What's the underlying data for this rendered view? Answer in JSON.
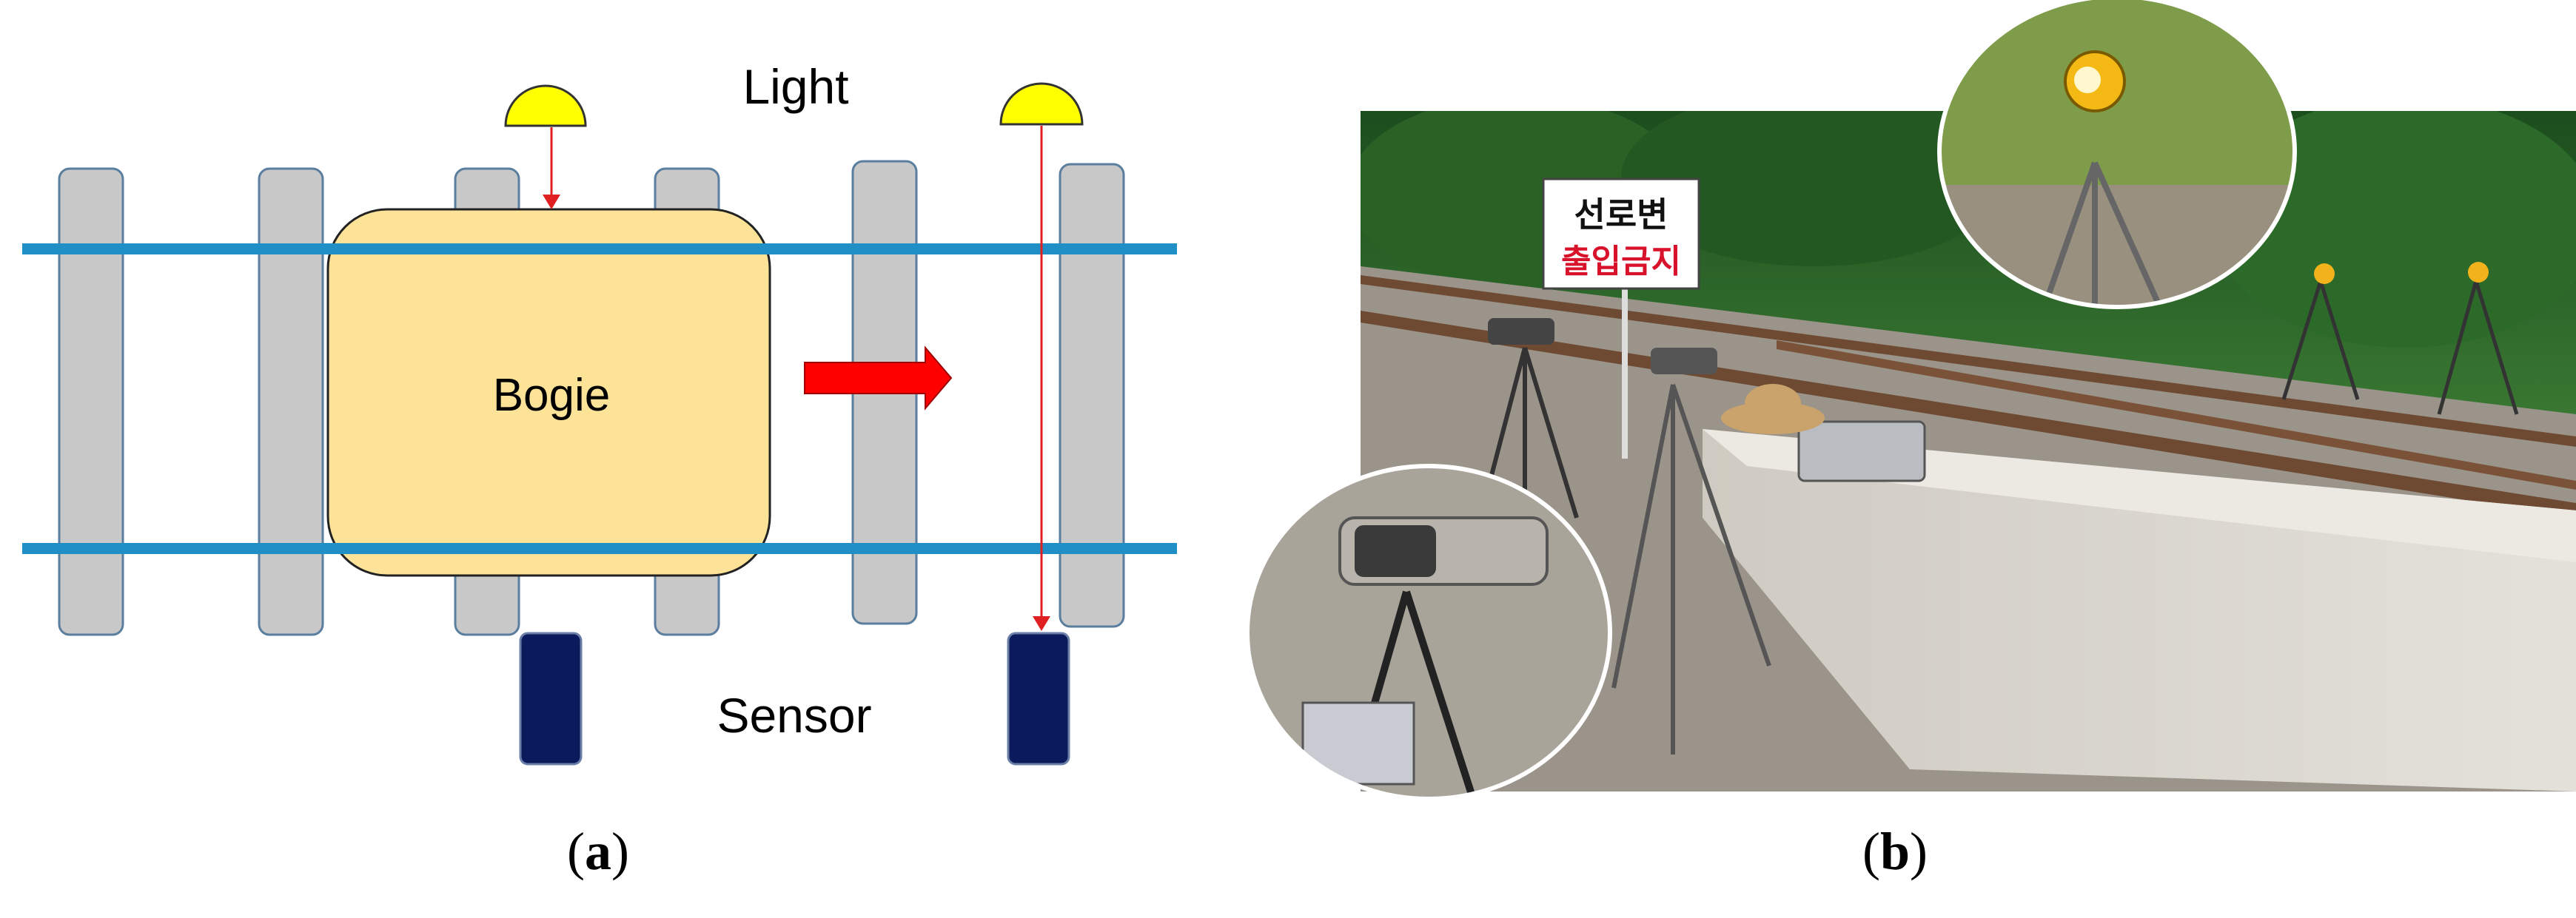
{
  "panel_a": {
    "label_light": "Light",
    "label_bogie": "Bogie",
    "label_sensor": "Sensor",
    "caption_letter": "a",
    "colors": {
      "rail": "#1f8fc6",
      "sleeper": "#c8c8c8",
      "sleeper_edge": "#5a7e9e",
      "bogie_fill": "#fde398",
      "light_fill": "#ffff00",
      "sensor_fill": "#0a1a5c",
      "beam": "#e02020",
      "arrow": "#ff0000"
    }
  },
  "panel_b": {
    "sign_line1": "선로변",
    "sign_line2": "출입금지",
    "caption_letter": "b",
    "colors": {
      "sign_red": "#d8122a",
      "vegetation": "#2e6b2a",
      "concrete": "#d9d6cf",
      "rail": "#6e4a32",
      "ballast": "#9a948a"
    }
  }
}
